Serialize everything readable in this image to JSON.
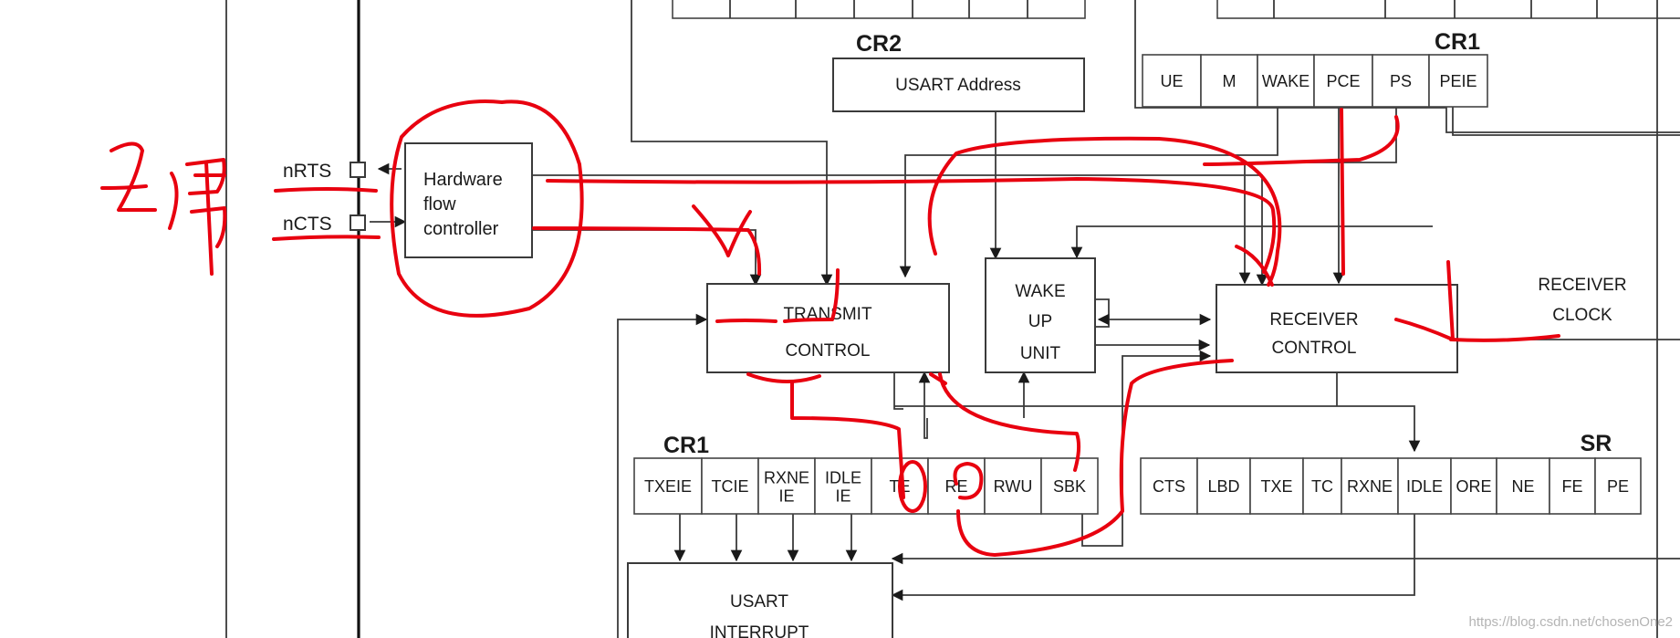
{
  "labels": {
    "cr2_heading": "CR2",
    "cr1_top_heading": "CR1",
    "cr1_bottom_heading": "CR1",
    "sr_heading": "SR",
    "usart_address": "USART Address",
    "hw_flow_line1": "Hardware",
    "hw_flow_line2": "flow",
    "hw_flow_line3": "controller",
    "transmit_line1": "TRANSMIT",
    "transmit_line2": "CONTROL",
    "wake_line1": "WAKE",
    "wake_line2": "UP",
    "wake_line3": "UNIT",
    "receiver_line1": "RECEIVER",
    "receiver_line2": "CONTROL",
    "receiver_clock_line1": "RECEIVER",
    "receiver_clock_line2": "CLOCK",
    "interrupt_line1": "USART",
    "interrupt_line2": "INTERRUPT",
    "pin_rts": "nRTS",
    "pin_cts": "nCTS"
  },
  "top_cr1_bits": [
    "UE",
    "M",
    "WAKE",
    "PCE",
    "PS",
    "PEIE"
  ],
  "bottom_cr1_bits": [
    {
      "l1": "TXEIE",
      "l2": ""
    },
    {
      "l1": "TCIE",
      "l2": ""
    },
    {
      "l1": "RXNE",
      "l2": "IE"
    },
    {
      "l1": "IDLE",
      "l2": "IE"
    },
    {
      "l1": "TE",
      "l2": ""
    },
    {
      "l1": "RE",
      "l2": ""
    },
    {
      "l1": "RWU",
      "l2": ""
    },
    {
      "l1": "SBK",
      "l2": ""
    }
  ],
  "sr_bits": [
    "CTS",
    "LBD",
    "TXE",
    "TC",
    "RXNE",
    "IDLE",
    "ORE",
    "NE",
    "FE",
    "PE"
  ],
  "watermark": "https://blog.csdn.net/chosenOne2",
  "colors": {
    "annotation": "#e8000f",
    "line": "#3a3a3a"
  }
}
